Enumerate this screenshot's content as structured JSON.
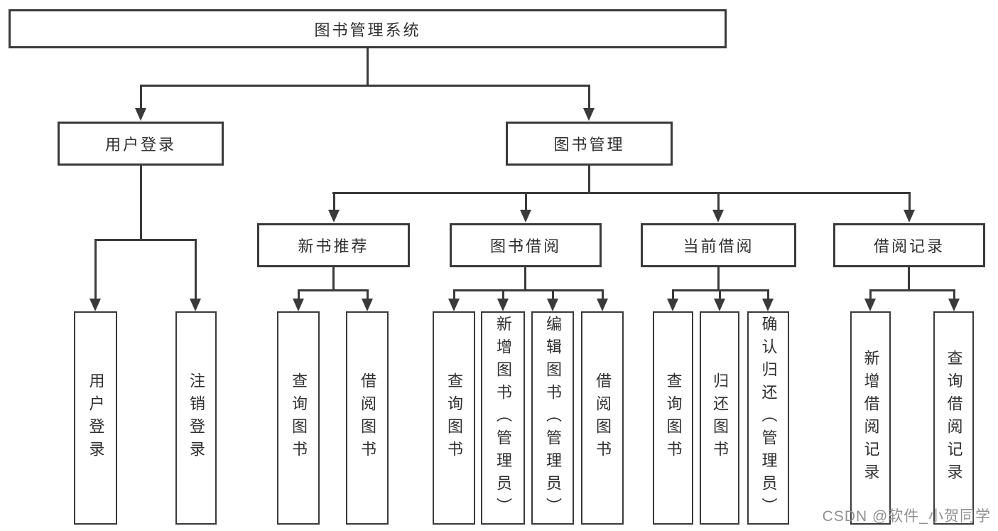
{
  "root": {
    "label": "图书管理系统"
  },
  "level2": [
    {
      "label": "用户登录"
    },
    {
      "label": "图书管理"
    }
  ],
  "level3": [
    {
      "label": "新书推荐"
    },
    {
      "label": "图书借阅"
    },
    {
      "label": "当前借阅"
    },
    {
      "label": "借阅记录"
    }
  ],
  "level4": {
    "user_login": [
      {
        "label": "用户登录"
      },
      {
        "label": "注销登录"
      }
    ],
    "new_book_recommend": [
      {
        "label": "查询图书"
      },
      {
        "label": "借阅图书"
      }
    ],
    "book_borrow": [
      {
        "label": "查询图书"
      },
      {
        "label": "新增图书（管理员）"
      },
      {
        "label": "编辑图书（管理员）"
      },
      {
        "label": "借阅图书"
      }
    ],
    "current_borrow": [
      {
        "label": "查询图书"
      },
      {
        "label": "归还图书"
      },
      {
        "label": "确认归还（管理员）"
      }
    ],
    "borrow_record": [
      {
        "label": "新增借阅记录"
      },
      {
        "label": "查询借阅记录"
      }
    ]
  },
  "watermark": "CSDN @软件_小贺同学",
  "colors": {
    "line": "#3a3a3a",
    "box_border": "#3a3a3a",
    "text": "#2f2f2f",
    "watermark": "#919191",
    "background": "#ffffff"
  }
}
